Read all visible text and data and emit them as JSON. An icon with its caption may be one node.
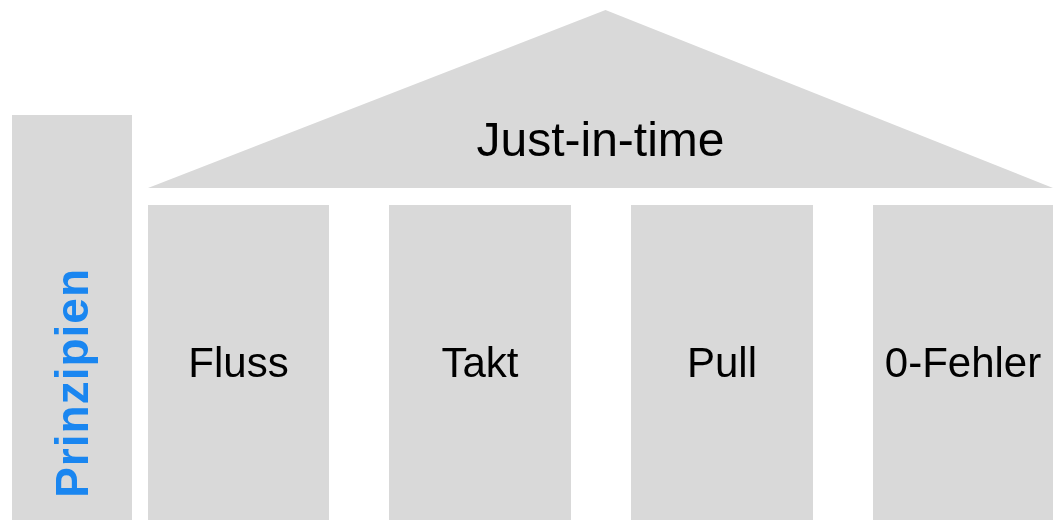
{
  "diagram": {
    "nodes": [
      {
        "text": [
          "Prinzipien"
        ]
      },
      {
        "text": [
          "Just-in-time"
        ]
      },
      {
        "text": [
          "Fluss"
        ]
      },
      {
        "text": [
          "Takt"
        ]
      },
      {
        "text": [
          "Pull"
        ]
      },
      {
        "text": [
          "0-Fehler"
        ]
      }
    ]
  }
}
